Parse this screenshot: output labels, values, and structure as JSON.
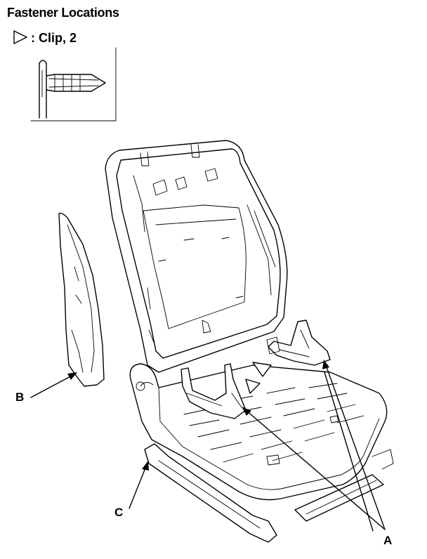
{
  "title": "Fastener Locations",
  "legend": {
    "symbol": "open-triangle-icon",
    "text": ": Clip, 2"
  },
  "callouts": {
    "a": "A",
    "b": "B",
    "c": "C"
  }
}
